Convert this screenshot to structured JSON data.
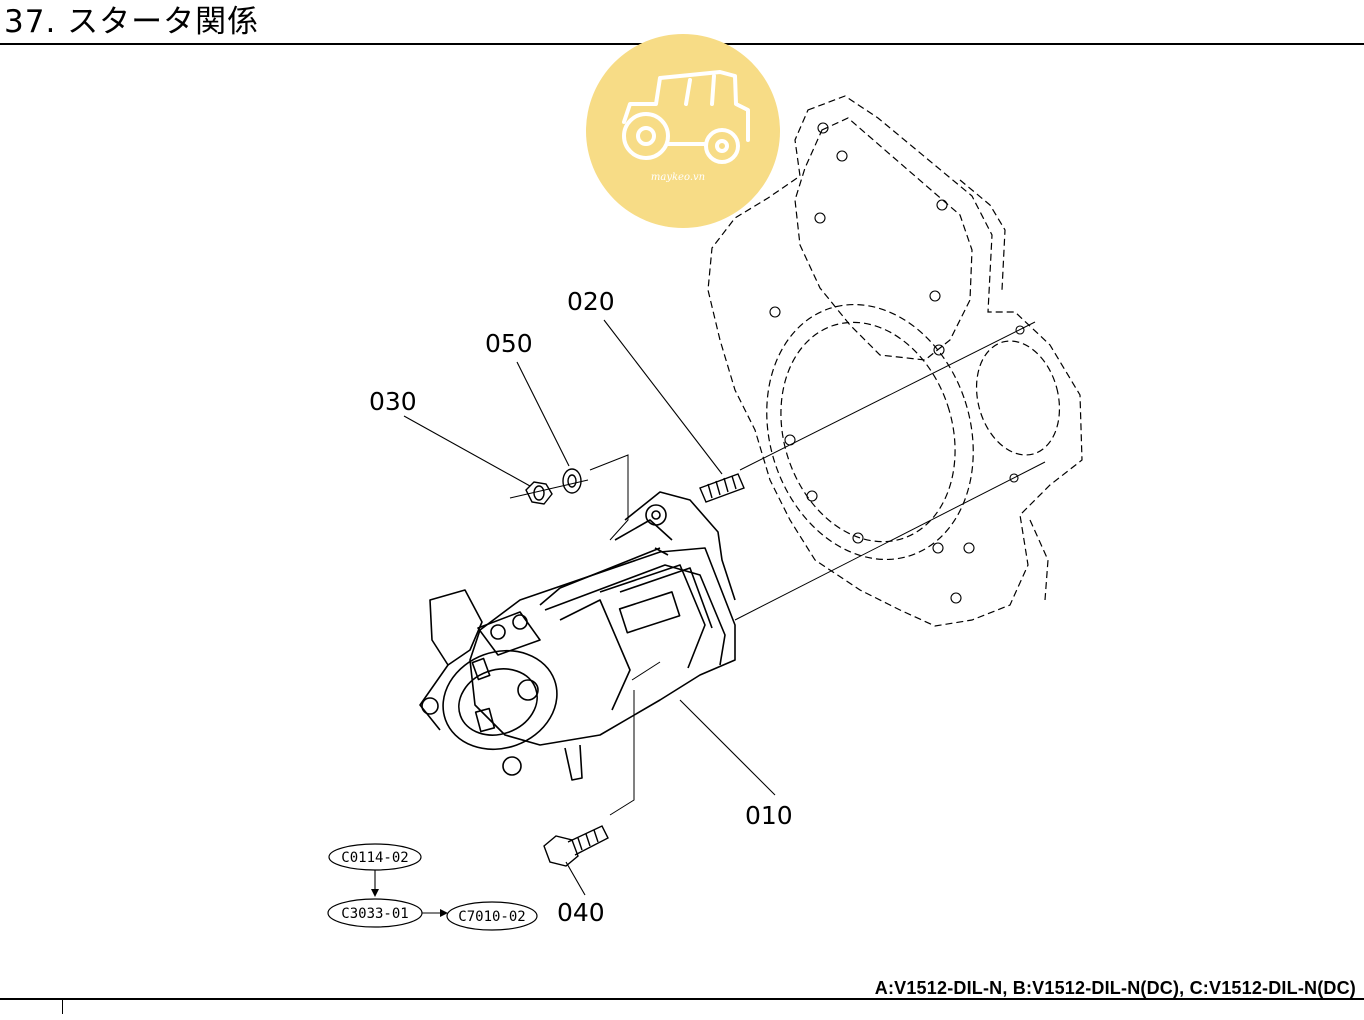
{
  "page": {
    "title": "37. スタータ関係",
    "model_line": "A:V1512-DIL-N,  B:V1512-DIL-N(DC),  C:V1512-DIL-N(DC)"
  },
  "watermark": {
    "text": "maykeo.vn",
    "color": "#f7dc86",
    "icon": "tractor-icon"
  },
  "part_labels": {
    "p010": "010",
    "p020": "020",
    "p030": "030",
    "p040": "040",
    "p050": "050"
  },
  "references": {
    "r1": "C0114-02",
    "r2": "C3033-01",
    "r3": "C7010-02"
  }
}
